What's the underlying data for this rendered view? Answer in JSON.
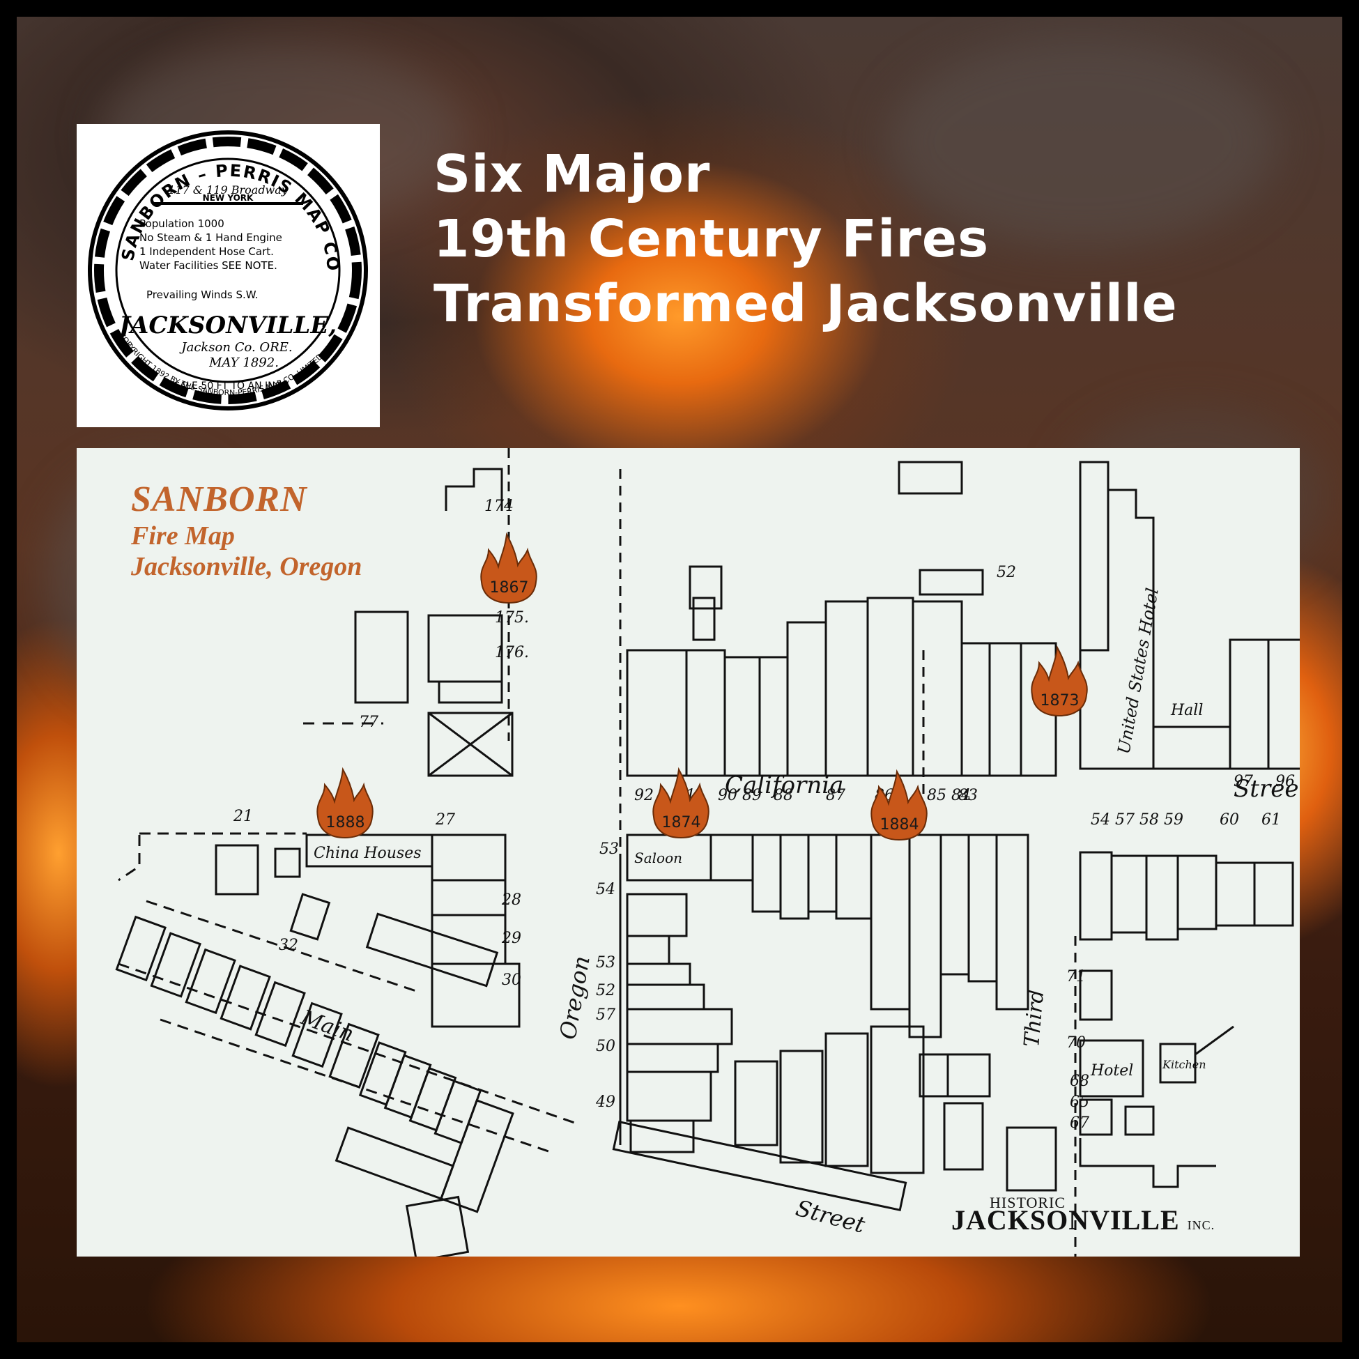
{
  "title": {
    "line1": "Six Major",
    "line2": "19th Century Fires",
    "line3": "Transformed Jacksonville"
  },
  "seal": {
    "text": "SANBORN – PERRIS MAP CO. LIMITED · 117 & 119 Broadway · NEW YORK · Population 1000 · No Steam & 1 Hand Engine · 1 Independent Hose Cart. · Water Facilities SEE NOTE. · Prevailing Winds S.W. · JACKSONVILLE, Jackson Co. ORE. MAY 1892. · SCALE 50 FT TO AN INCH · COPYRIGHT 1892 BY THE SANBORN-PERRIS MAP CO. LIMITED"
  },
  "legend": {
    "line1": "SANBORN",
    "line2": "Fire Map",
    "line3": "Jacksonville, Oregon"
  },
  "fires": [
    {
      "year": "1867"
    },
    {
      "year": "1873"
    },
    {
      "year": "1888"
    },
    {
      "year": "1874"
    },
    {
      "year": "1884"
    }
  ],
  "streets": {
    "california": "California",
    "oregon": "Oregon",
    "main": "Main",
    "third": "Third",
    "street1": "Street",
    "street2": "Street"
  },
  "map_labels": {
    "hotel": "Hotel",
    "hall": "Hall",
    "saloon": "Saloon",
    "china_houses": "China Houses",
    "us_hotel": "United States Hotel",
    "kitchen": "Kitchen"
  },
  "brand": {
    "historic": "HISTORIC",
    "jacksonville": "JACKSONVILLE",
    "inc": "INC."
  },
  "colors": {
    "accent": "#c2642c",
    "flame": "#c8571a",
    "map_bg": "#eef3ef"
  }
}
